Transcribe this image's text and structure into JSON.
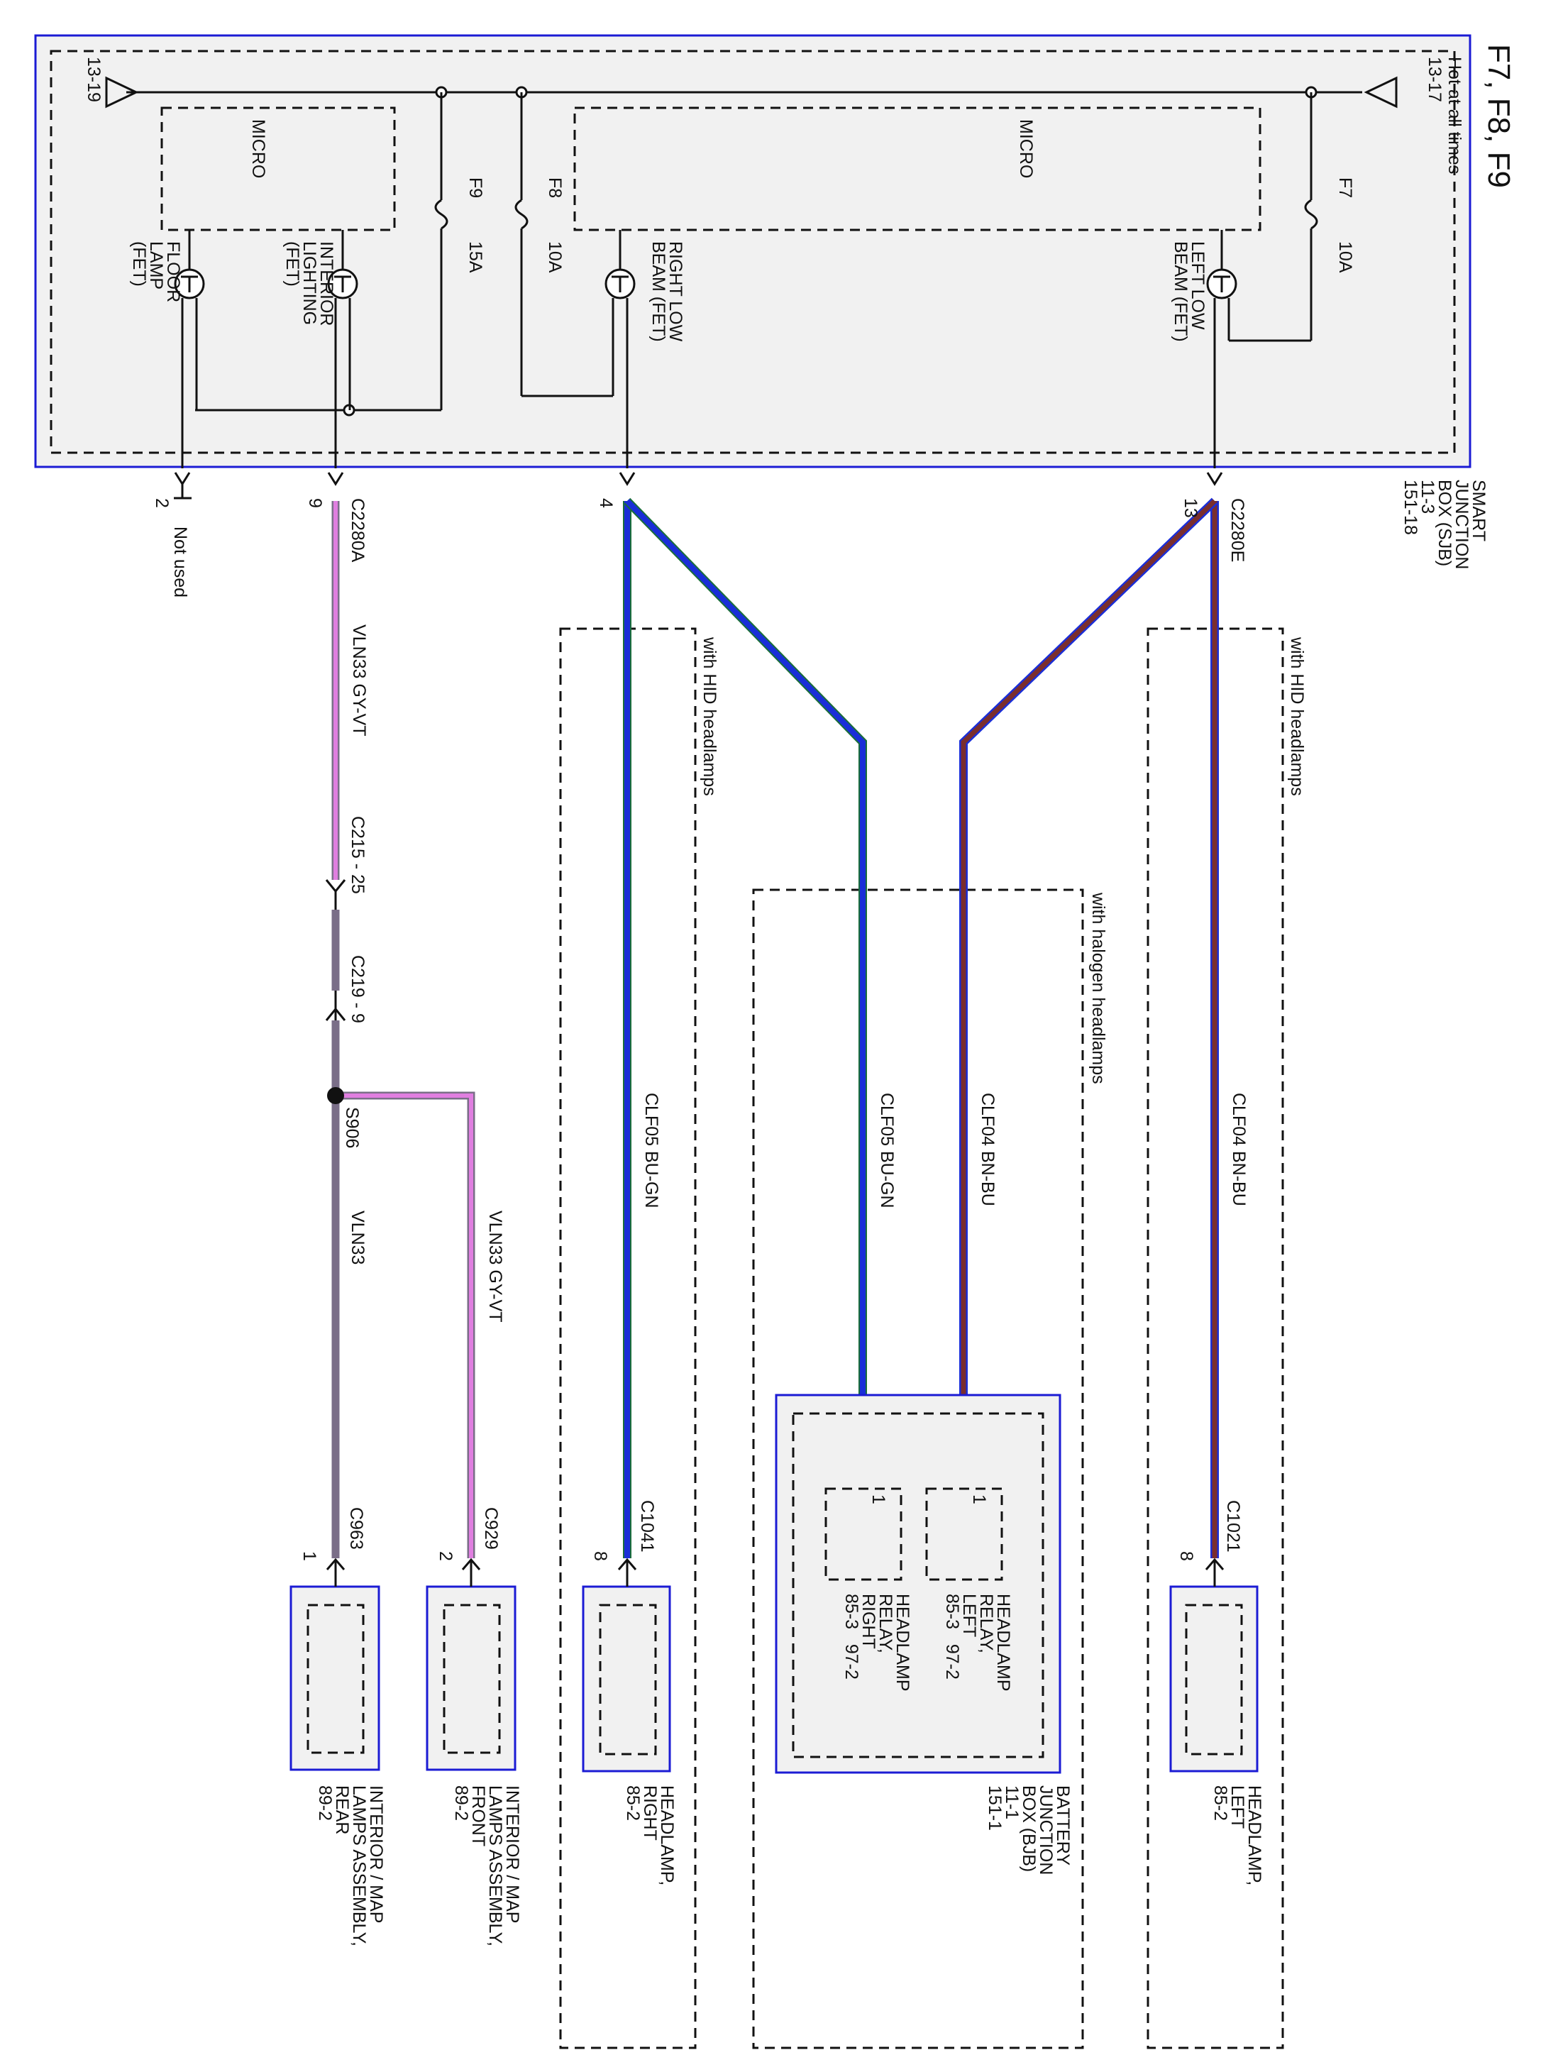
{
  "diagram": {
    "title": "F7, F8, F9",
    "sjb": {
      "name": "SMART JUNCTION BOX (SJB)",
      "refs": "11-3 151-18",
      "hot_label": "Hot at all times",
      "hot_ref": "13-17",
      "ground_ref": "13-19",
      "micro_label": "MICRO",
      "fuses": [
        {
          "id": "F7",
          "rating": "10A"
        },
        {
          "id": "F8",
          "rating": "10A"
        },
        {
          "id": "F9",
          "rating": "15A"
        }
      ],
      "fets": {
        "left_low": "LEFT LOW BEAM (FET)",
        "right_low": "RIGHT LOW BEAM (FET)",
        "interior": "INTERIOR LIGHTING (FET)",
        "floor": "FLOOR LAMP (FET)"
      }
    },
    "connectors": {
      "c2280e": "C2280E",
      "c2280a": "C2280A",
      "pin_13": "13",
      "pin_4": "4",
      "pin_9": "9",
      "pin_2": "2",
      "not_used": "Not used",
      "c215": "C215 - 25",
      "c219": "C219 - 9",
      "s906": "S906",
      "c1021": "C1021",
      "c1021_pin": "8",
      "c1041": "C1041",
      "c1041_pin": "8",
      "c929": "C929",
      "c929_pin": "2",
      "c963": "C963",
      "c963_pin": "1"
    },
    "wires": {
      "clf04": "CLF04 BN-BU",
      "clf05": "CLF05 BU-GN",
      "vln33_gyvt": "VLN33 GY-VT",
      "vln33": "VLN33"
    },
    "option_labels": {
      "hid": "with HID headlamps",
      "halogen": "with halogen headlamps"
    },
    "components": {
      "headlamp_left": {
        "name": "HEADLAMP, LEFT",
        "ref": "85-2"
      },
      "headlamp_right": {
        "name": "HEADLAMP, RIGHT",
        "ref": "85-2"
      },
      "bjb": {
        "name": "BATTERY JUNCTION BOX (BJB)",
        "refs": "11-1 151-1"
      },
      "relay_left": {
        "name": "HEADLAMP RELAY, LEFT",
        "refs": "85-3 97-2",
        "pin": "1"
      },
      "relay_right": {
        "name": "HEADLAMP RELAY, RIGHT",
        "refs": "85-3 97-2",
        "pin": "1"
      },
      "map_front": {
        "name": "INTERIOR / MAP LAMPS ASSEMBLY, FRONT",
        "ref": "89-2"
      },
      "map_rear": {
        "name": "INTERIOR / MAP LAMPS ASSEMBLY, REAR",
        "ref": "89-2"
      }
    },
    "wire_colors": {
      "brown": "#7a2e2e",
      "blue": "#1a2ed8",
      "violet": "#e07ee0",
      "gray": "#7a6e88",
      "box_border": "#1b1bd4"
    }
  }
}
